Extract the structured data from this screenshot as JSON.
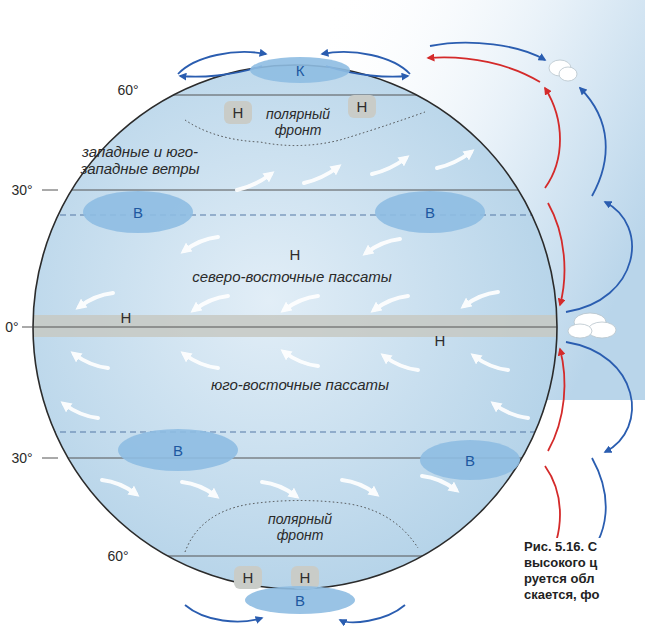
{
  "diagram": {
    "caption": "Рис. 5.16. С высокого ц руется обл скается, фо",
    "nodes": [
      {
        "text": [
          "К"
        ]
      },
      {
        "text": [
          "Н"
        ]
      },
      {
        "text": [
          "Н"
        ]
      },
      {
        "text": [
          "В"
        ]
      },
      {
        "text": [
          "В"
        ]
      },
      {
        "text": [
          "В"
        ]
      },
      {
        "text": [
          "В"
        ]
      },
      {
        "text": [
          "Н"
        ]
      },
      {
        "text": [
          "Н"
        ]
      },
      {
        "text": [
          "В"
        ]
      }
    ],
    "labels": [
      "60°",
      "полярный фронт",
      "западные и юго-западные ветры",
      "30°",
      "Н",
      "северо-восточные пассаты",
      "0°",
      "Н",
      "Н",
      "юго-восточные пассаты",
      "30°",
      "полярный фронт",
      "60°"
    ]
  }
}
